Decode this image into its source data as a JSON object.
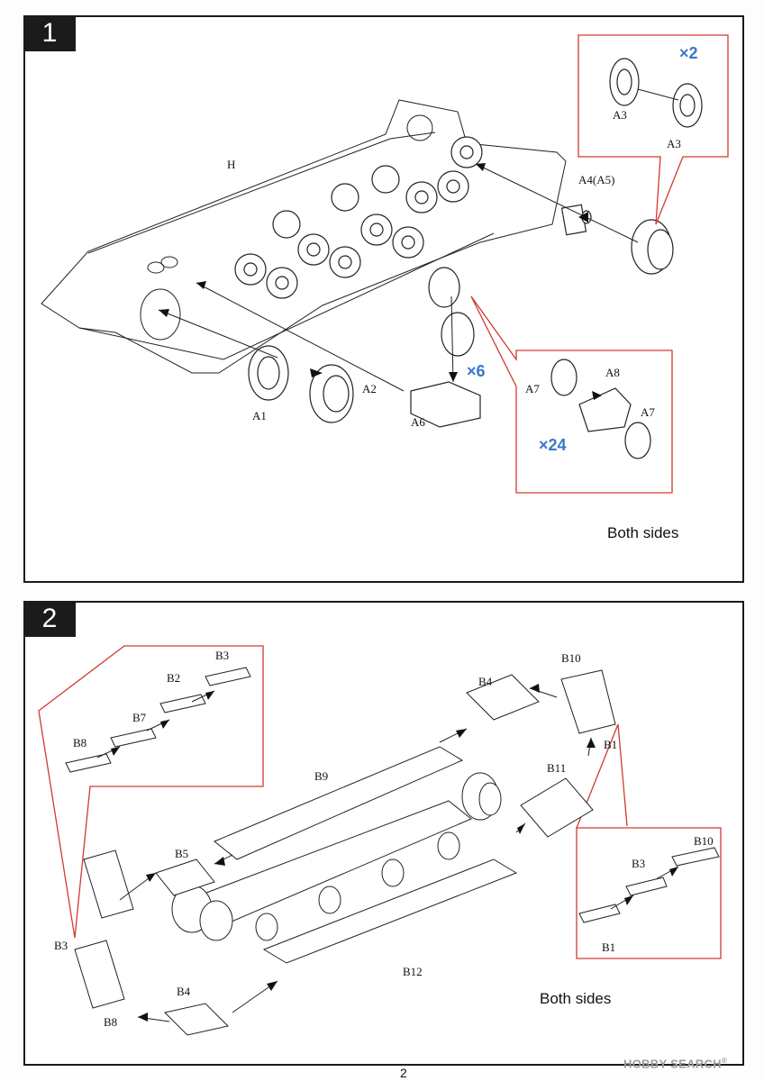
{
  "page_number": "2",
  "watermark": {
    "text": "HOBBY SEARCH",
    "mark": "®"
  },
  "steps": [
    {
      "number": "1",
      "note": "Both sides",
      "multipliers": [
        "×2",
        "×6",
        "×24"
      ],
      "labels": {
        "H": "H",
        "A1": "A1",
        "A2": "A2",
        "A3_top": "A3",
        "A3_bottom": "A3",
        "A4": "A4(A5)",
        "A6": "A6",
        "A7_left": "A7",
        "A7_right": "A7",
        "A8": "A8"
      }
    },
    {
      "number": "2",
      "note": "Both sides",
      "labels": {
        "B1_top": "B1",
        "B1_bottom": "B1",
        "B2": "B2",
        "B3_top": "B3",
        "B3_left": "B3",
        "B3_right": "B3",
        "B4_top": "B4",
        "B4_bottom": "B4",
        "B5": "B5",
        "B7": "B7",
        "B8_top": "B8",
        "B8_bottom": "B8",
        "B9": "B9",
        "B10_top": "B10",
        "B10_right": "B10",
        "B11": "B11",
        "B12": "B12"
      }
    }
  ],
  "colors": {
    "callout": "#d03a2e",
    "multiplier": "#3a78c8",
    "badge": "#1b1b1b"
  }
}
